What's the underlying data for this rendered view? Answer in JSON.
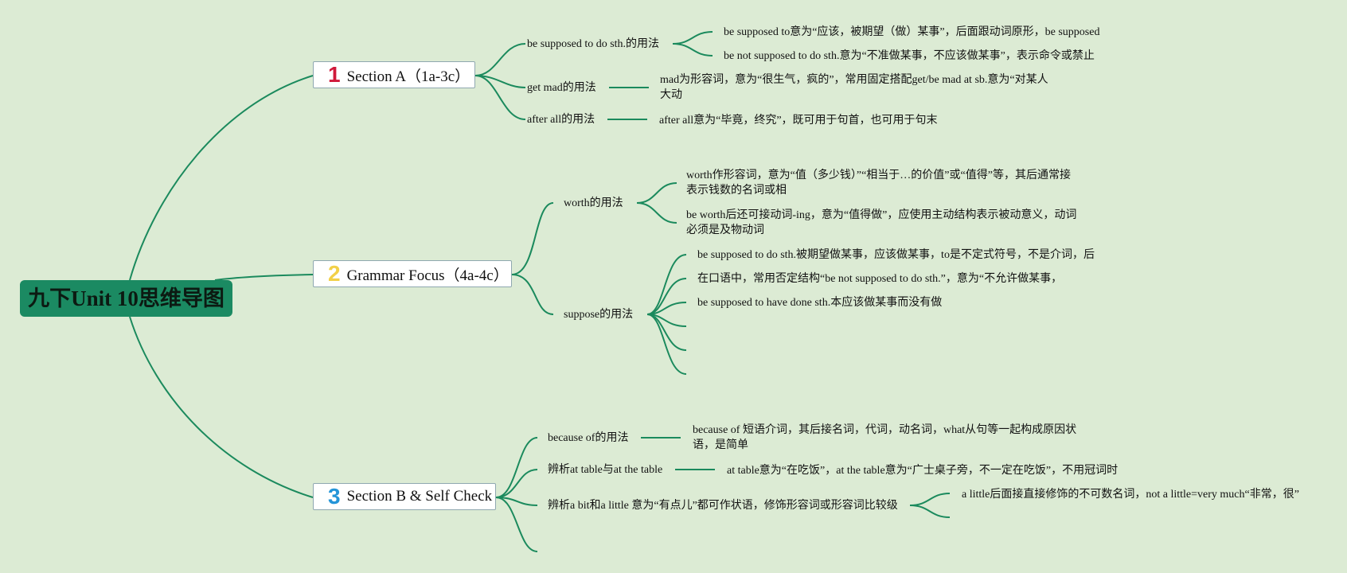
{
  "root": {
    "title": "九下Unit 10思维导图"
  },
  "sections": [
    {
      "number": "1",
      "number_color": "#d0193a",
      "title": "Section A（1a-3c）"
    },
    {
      "number": "2",
      "number_color": "#f2d048",
      "title": "Grammar Focus（4a-4c）"
    },
    {
      "number": "3",
      "number_color": "#2495d8",
      "title": "Section B & Self Check"
    }
  ],
  "subtopics": [
    "be supposed to do sth.的用法",
    "get mad的用法",
    "after all的用法",
    "worth的用法",
    "suppose的用法",
    "because of的用法",
    "辨析at table与at the table",
    "辨析a bit和a little 意为“有点儿”都可作状语，修饰形容词或形容词比较级"
  ],
  "leaves": [
    "be supposed to意为“应该，被期望（做）某事”，后面跟动词原形，be supposed",
    "be not supposed to do sth.意为“不准做某事，不应该做某事”，表示命令或禁止",
    "mad为形容词，意为“很生气，疯的”，常用固定搭配get/be mad at sb.意为“对某人大动",
    "after all意为“毕竟，终究”，既可用于句首，也可用于句末",
    "worth作形容词，意为“值（多少钱）”“相当于…的价值”或“值得”等，其后通常接表示钱数的名词或相",
    "be worth后还可接动词-ing，意为“值得做”，应使用主动结构表示被动意义，动词必须是及物动词",
    "be supposed to do sth.被期望做某事，应该做某事，to是不定式符号，不是介词，后",
    "在口语中，常用否定结构“be not supposed to do sth.”，意为“不允许做某事，",
    "be supposed to have done sth.本应该做某事而没有做",
    "because of 短语介词，其后接名词，代词，动名词，what从句等一起构成原因状语，是简单",
    "at table意为“在吃饭”，at the table意为“广士桌子旁，不一定在吃饭”，不用冠词时",
    "a little后面接直接修饰的不可数名词，not a little=very much“非常，很”"
  ],
  "colors": {
    "background": "#dcebd4",
    "line": "#1b8a5d",
    "root_fill": "#1b8a62"
  }
}
